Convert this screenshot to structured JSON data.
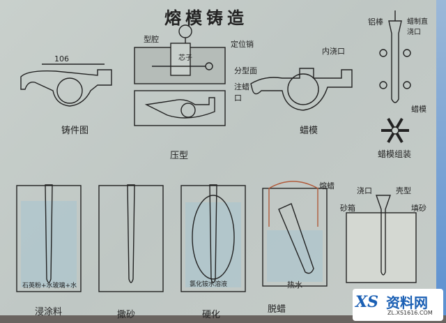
{
  "title": "熔模铸造",
  "casting": {
    "dimension": "106",
    "label": "铸件图"
  },
  "die": {
    "cavity": "型腔",
    "core": "芯子",
    "pin": "定位销",
    "parting": "分型面",
    "wax_inlet": "注蜡口",
    "label": "压型"
  },
  "wax_pattern": {
    "gate": "内浇口",
    "label": "蜡模"
  },
  "assembly": {
    "rod": "铝棒",
    "sprue": "蜡制直浇口",
    "pattern": "蜡模",
    "label": "蜡模组装"
  },
  "steps": [
    {
      "label": "浸涂料",
      "note": "石英粉+水玻璃+水"
    },
    {
      "label": "撒砂",
      "note": ""
    },
    {
      "label": "硬化",
      "note": "氯化铵水溶液"
    },
    {
      "label": "脱蜡",
      "note": "热水",
      "extra": "熔蜡"
    },
    {
      "label": "",
      "note": "",
      "pour": "浇口",
      "shell": "壳型",
      "flask": "砂箱",
      "fill": "填砂"
    }
  ],
  "watermark": {
    "name": "资料网",
    "url": "ZL.XS1616.COM",
    "logo": "XS"
  }
}
